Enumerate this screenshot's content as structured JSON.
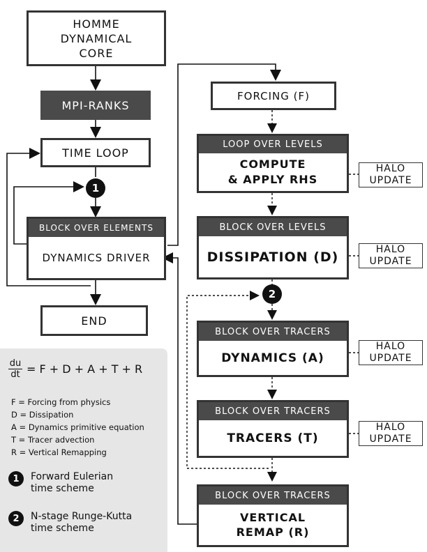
{
  "core": {
    "line1": "HOMME",
    "line2": "DYNAMICAL",
    "line3": "CORE"
  },
  "mpi": "MPI-RANKS",
  "time_loop": "TIME LOOP",
  "elements": {
    "header": "BLOCK OVER ELEMENTS",
    "label": "DYNAMICS DRIVER"
  },
  "end": "END",
  "forcing": "FORCING (F)",
  "levels_loop": {
    "header": "LOOP OVER LEVELS",
    "line1": "COMPUTE",
    "line2": "& APPLY RHS"
  },
  "levels_block": {
    "header": "BLOCK OVER LEVELS",
    "label": "DISSIPATION (D)"
  },
  "tracers_dyn": {
    "header": "BLOCK OVER TRACERS",
    "label": "DYNAMICS (A)"
  },
  "tracers_adv": {
    "header": "BLOCK OVER TRACERS",
    "label": "TRACERS (T)"
  },
  "tracers_remap": {
    "header": "BLOCK OVER TRACERS",
    "line1": "VERTICAL",
    "line2": "REMAP (R)"
  },
  "halo": {
    "line1": "HALO",
    "line2": "UPDATE"
  },
  "markers": {
    "one": "1",
    "two": "2"
  },
  "legend": {
    "eq_num": "du",
    "eq_den": "dt",
    "eq_rhs": "= F + D + A + T + R",
    "items": [
      "F  = Forcing from physics",
      "D = Dissipation",
      "A = Dynamics primitive equation",
      "T = Tracer advection",
      "R = Vertical Remapping"
    ],
    "scheme1_line1": "Forward Eulerian",
    "scheme1_line2": "time scheme",
    "scheme2_line1": "N-stage Runge-Kutta",
    "scheme2_line2": "time scheme"
  }
}
